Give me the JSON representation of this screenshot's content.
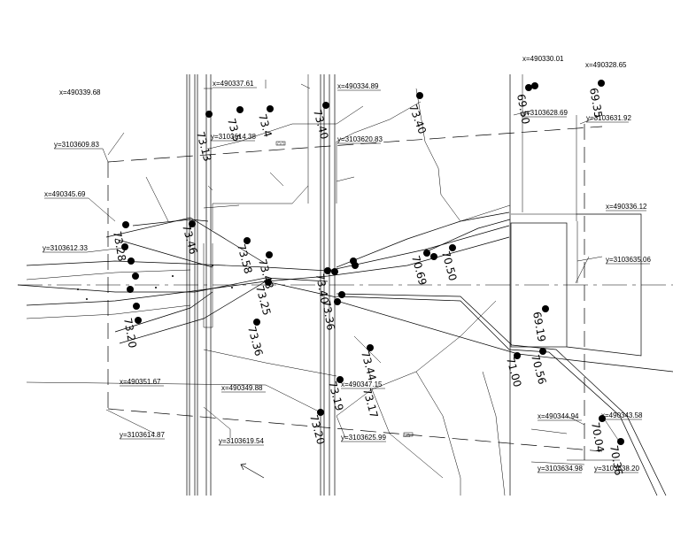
{
  "coordinates": [
    {
      "id": "x-490339-68",
      "text": "x=490339.68"
    },
    {
      "id": "y-3103609-83",
      "text": "y=3103609.83"
    },
    {
      "id": "x-490345-69",
      "text": "x=490345.69"
    },
    {
      "id": "y-3103612-33",
      "text": "y=3103612.33"
    },
    {
      "id": "x-490337-61",
      "text": "x=490337.61"
    },
    {
      "id": "y-3103614-38",
      "text": "y=3103614.38"
    },
    {
      "id": "x-490334-89",
      "text": "x=490334.89"
    },
    {
      "id": "y-3103620-83",
      "text": "y=3103620.83"
    },
    {
      "id": "x-490330-01",
      "text": "x=490330.01"
    },
    {
      "id": "x-490328-65",
      "text": "x=490328.65"
    },
    {
      "id": "y-3103628-69",
      "text": "y=3103628.69"
    },
    {
      "id": "y-3103631-92",
      "text": "y=3103631.92"
    },
    {
      "id": "x-490336-12",
      "text": "x=490336.12"
    },
    {
      "id": "y-3103635-06",
      "text": "y=3103635.06"
    },
    {
      "id": "x-490351-67",
      "text": "x=490351.67"
    },
    {
      "id": "x-490349-88",
      "text": "x=490349.88"
    },
    {
      "id": "x-490347-15",
      "text": "x=490347.15"
    },
    {
      "id": "y-3103614-87",
      "text": "y=3103614.87"
    },
    {
      "id": "y-3103619-54",
      "text": "y=3103619.54"
    },
    {
      "id": "y-3103625-99",
      "text": "y=3103625.99"
    },
    {
      "id": "x-490344-94",
      "text": "x=490344.94"
    },
    {
      "id": "x-490343-58",
      "text": "x=490343.58"
    },
    {
      "id": "y-3103634-98",
      "text": "y=3103634.98"
    },
    {
      "id": "y-3103638-20",
      "text": "y=3103638.20"
    }
  ],
  "elevations": [
    {
      "id": "e1",
      "text": "73.13"
    },
    {
      "id": "e2",
      "text": "73.5"
    },
    {
      "id": "e3",
      "text": "73.4"
    },
    {
      "id": "e4",
      "text": "73.40"
    },
    {
      "id": "e5",
      "text": "73.40"
    },
    {
      "id": "e6",
      "text": "69.50"
    },
    {
      "id": "e7",
      "text": "69.35"
    },
    {
      "id": "e8",
      "text": "73.46"
    },
    {
      "id": "e9",
      "text": "73.58"
    },
    {
      "id": "e10",
      "text": "73.48"
    },
    {
      "id": "e11",
      "text": "73.25"
    },
    {
      "id": "e12",
      "text": "73.36"
    },
    {
      "id": "e13",
      "text": "73.28"
    },
    {
      "id": "e14",
      "text": "73.20"
    },
    {
      "id": "e15",
      "text": "73.40"
    },
    {
      "id": "e16",
      "text": "73.36"
    },
    {
      "id": "e17",
      "text": "70.69"
    },
    {
      "id": "e18",
      "text": "70.50"
    },
    {
      "id": "e19",
      "text": "69.19"
    },
    {
      "id": "e20",
      "text": "71.00"
    },
    {
      "id": "e21",
      "text": "70.56"
    },
    {
      "id": "e22",
      "text": "73.44"
    },
    {
      "id": "e23",
      "text": "73.19"
    },
    {
      "id": "e24",
      "text": "73.17"
    },
    {
      "id": "e25",
      "text": "73.20"
    },
    {
      "id": "e26",
      "text": "70.04"
    },
    {
      "id": "e27",
      "text": "70.36"
    }
  ]
}
